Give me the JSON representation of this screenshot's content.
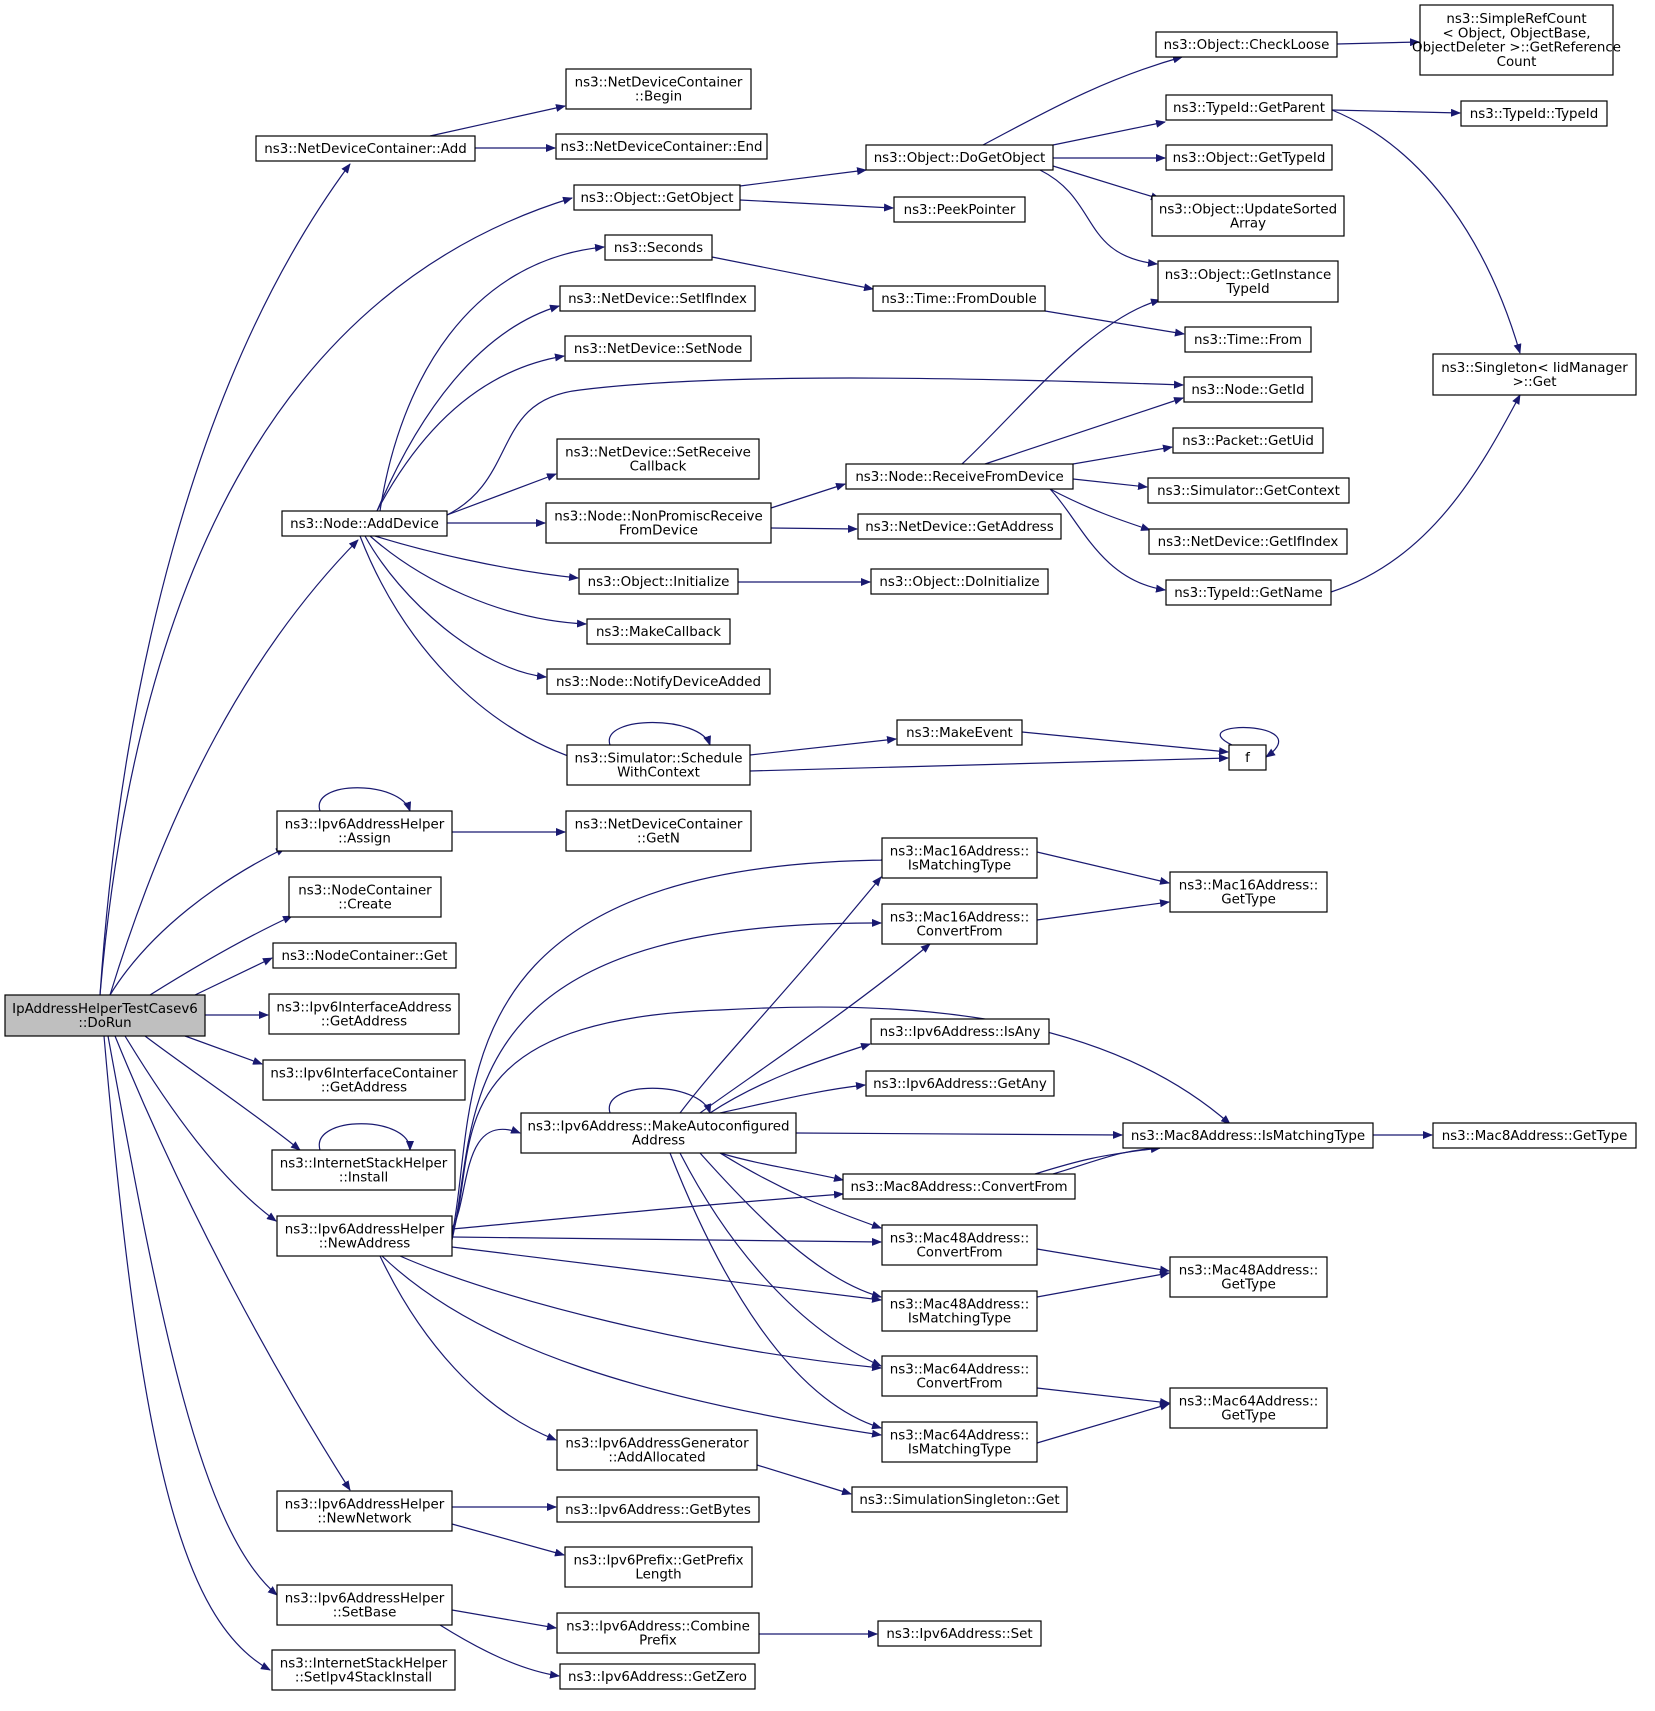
{
  "colors": {
    "edge": "#191970",
    "root_fill": "#bfbfbf",
    "node_fill": "#ffffff",
    "node_border": "#000000",
    "truncated_border": "#ff0000"
  },
  "root": {
    "lines": [
      "IpAddressHelperTestCasev6",
      "::DoRun"
    ]
  },
  "nodes": {
    "ndc_add": {
      "lines": [
        "ns3::NetDeviceContainer::Add"
      ]
    },
    "ndc_begin": {
      "lines": [
        "ns3::NetDeviceContainer",
        "::Begin"
      ]
    },
    "ndc_end": {
      "lines": [
        "ns3::NetDeviceContainer::End"
      ]
    },
    "obj_getobject": {
      "lines": [
        "ns3::Object::GetObject"
      ]
    },
    "obj_dogetobject": {
      "lines": [
        "ns3::Object::DoGetObject"
      ]
    },
    "obj_checkloose": {
      "lines": [
        "ns3::Object::CheckLoose"
      ]
    },
    "simplerefcount": {
      "lines": [
        "ns3::SimpleRefCount",
        "< Object, ObjectBase,",
        "ObjectDeleter >::GetReference",
        "Count"
      ]
    },
    "typeid_getparent": {
      "lines": [
        "ns3::TypeId::GetParent"
      ],
      "truncated": true
    },
    "typeid_typeid": {
      "lines": [
        "ns3::TypeId::TypeId"
      ]
    },
    "obj_gettypeid": {
      "lines": [
        "ns3::Object::GetTypeId"
      ],
      "truncated": true
    },
    "peekpointer": {
      "lines": [
        "ns3::PeekPointer"
      ]
    },
    "obj_updatesorted": {
      "lines": [
        "ns3::Object::UpdateSorted",
        "Array"
      ]
    },
    "obj_getinstance": {
      "lines": [
        "ns3::Object::GetInstance",
        "TypeId"
      ]
    },
    "seconds": {
      "lines": [
        "ns3::Seconds"
      ]
    },
    "time_fromdouble": {
      "lines": [
        "ns3::Time::FromDouble"
      ]
    },
    "time_from": {
      "lines": [
        "ns3::Time::From"
      ],
      "truncated": true
    },
    "singleton_get": {
      "lines": [
        "ns3::Singleton< IidManager",
        ">::Get"
      ]
    },
    "nd_setifindex": {
      "lines": [
        "ns3::NetDevice::SetIfIndex"
      ]
    },
    "nd_setnode": {
      "lines": [
        "ns3::NetDevice::SetNode"
      ]
    },
    "node_getid": {
      "lines": [
        "ns3::Node::GetId"
      ]
    },
    "packet_getuid": {
      "lines": [
        "ns3::Packet::GetUid"
      ],
      "truncated": true
    },
    "nd_setreceive": {
      "lines": [
        "ns3::NetDevice::SetReceive",
        "Callback"
      ]
    },
    "node_receivefrom": {
      "lines": [
        "ns3::Node::ReceiveFromDevice"
      ]
    },
    "sim_getcontext": {
      "lines": [
        "ns3::Simulator::GetContext"
      ],
      "truncated": true
    },
    "node_adddevice": {
      "lines": [
        "ns3::Node::AddDevice"
      ]
    },
    "node_nonpromisc": {
      "lines": [
        "ns3::Node::NonPromiscReceive",
        "FromDevice"
      ]
    },
    "nd_getaddress": {
      "lines": [
        "ns3::NetDevice::GetAddress"
      ]
    },
    "nd_getifindex": {
      "lines": [
        "ns3::NetDevice::GetIfIndex"
      ]
    },
    "typeid_getname": {
      "lines": [
        "ns3::TypeId::GetName"
      ],
      "truncated": true
    },
    "obj_initialize": {
      "lines": [
        "ns3::Object::Initialize"
      ]
    },
    "obj_doinitialize": {
      "lines": [
        "ns3::Object::DoInitialize"
      ]
    },
    "makecallback": {
      "lines": [
        "ns3::MakeCallback"
      ]
    },
    "node_notify": {
      "lines": [
        "ns3::Node::NotifyDeviceAdded"
      ]
    },
    "makeevent": {
      "lines": [
        "ns3::MakeEvent"
      ]
    },
    "sim_schedule": {
      "lines": [
        "ns3::Simulator::Schedule",
        "WithContext"
      ]
    },
    "f": {
      "lines": [
        "f"
      ]
    },
    "ipv6h_assign": {
      "lines": [
        "ns3::Ipv6AddressHelper",
        "::Assign"
      ]
    },
    "ndc_getn": {
      "lines": [
        "ns3::NetDeviceContainer",
        "::GetN"
      ]
    },
    "mac16_ismatching": {
      "lines": [
        "ns3::Mac16Address::",
        "IsMatchingType"
      ]
    },
    "mac16_gettype": {
      "lines": [
        "ns3::Mac16Address::",
        "GetType"
      ],
      "truncated": true
    },
    "nc_create": {
      "lines": [
        "ns3::NodeContainer",
        "::Create"
      ]
    },
    "mac16_convertfrom": {
      "lines": [
        "ns3::Mac16Address::",
        "ConvertFrom"
      ]
    },
    "nc_get": {
      "lines": [
        "ns3::NodeContainer::Get"
      ]
    },
    "ipv6ia_getaddress": {
      "lines": [
        "ns3::Ipv6InterfaceAddress",
        "::GetAddress"
      ]
    },
    "ipv6a_isany": {
      "lines": [
        "ns3::Ipv6Address::IsAny"
      ]
    },
    "ipv6ic_getaddress": {
      "lines": [
        "ns3::Ipv6InterfaceContainer",
        "::GetAddress"
      ]
    },
    "ipv6a_getany": {
      "lines": [
        "ns3::Ipv6Address::GetAny"
      ]
    },
    "ipv6a_makeauto": {
      "lines": [
        "ns3::Ipv6Address::MakeAutoconfigured",
        "Address"
      ]
    },
    "mac8_ismatching": {
      "lines": [
        "ns3::Mac8Address::IsMatchingType"
      ]
    },
    "mac8_gettype": {
      "lines": [
        "ns3::Mac8Address::GetType"
      ],
      "truncated": true
    },
    "ish_install": {
      "lines": [
        "ns3::InternetStackHelper",
        "::Install"
      ]
    },
    "mac8_convertfrom": {
      "lines": [
        "ns3::Mac8Address::ConvertFrom"
      ]
    },
    "ipv6h_newaddress": {
      "lines": [
        "ns3::Ipv6AddressHelper",
        "::NewAddress"
      ]
    },
    "mac48_convertfrom": {
      "lines": [
        "ns3::Mac48Address::",
        "ConvertFrom"
      ]
    },
    "mac48_gettype": {
      "lines": [
        "ns3::Mac48Address::",
        "GetType"
      ],
      "truncated": true
    },
    "mac48_ismatching": {
      "lines": [
        "ns3::Mac48Address::",
        "IsMatchingType"
      ]
    },
    "mac64_convertfrom": {
      "lines": [
        "ns3::Mac64Address::",
        "ConvertFrom"
      ]
    },
    "mac64_gettype": {
      "lines": [
        "ns3::Mac64Address::",
        "GetType"
      ],
      "truncated": true
    },
    "mac64_ismatching": {
      "lines": [
        "ns3::Mac64Address::",
        "IsMatchingType"
      ]
    },
    "ipv6gen_addalloc": {
      "lines": [
        "ns3::Ipv6AddressGenerator",
        "::AddAllocated"
      ]
    },
    "simsingleton_get": {
      "lines": [
        "ns3::SimulationSingleton::Get"
      ]
    },
    "ipv6h_newnetwork": {
      "lines": [
        "ns3::Ipv6AddressHelper",
        "::NewNetwork"
      ]
    },
    "ipv6a_getbytes": {
      "lines": [
        "ns3::Ipv6Address::GetBytes"
      ]
    },
    "ipv6p_getprefix": {
      "lines": [
        "ns3::Ipv6Prefix::GetPrefix",
        "Length"
      ]
    },
    "ipv6h_setbase": {
      "lines": [
        "ns3::Ipv6AddressHelper",
        "::SetBase"
      ]
    },
    "ipv6a_combine": {
      "lines": [
        "ns3::Ipv6Address::Combine",
        "Prefix"
      ]
    },
    "ipv6a_set": {
      "lines": [
        "ns3::Ipv6Address::Set"
      ],
      "truncated": true
    },
    "ish_setipv4": {
      "lines": [
        "ns3::InternetStackHelper",
        "::SetIpv4StackInstall"
      ]
    },
    "ipv6a_getzero": {
      "lines": [
        "ns3::Ipv6Address::GetZero"
      ]
    }
  }
}
